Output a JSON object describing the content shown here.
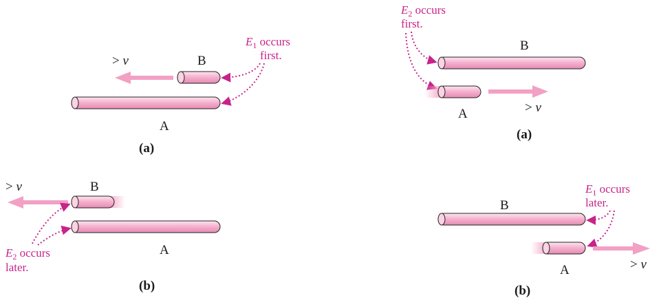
{
  "colors": {
    "rod_light": "#fde3ee",
    "rod_mid": "#f4a6c6",
    "rod_dark": "#e07aa6",
    "arrow": "#f2a0c4",
    "annotation": "#c8238a",
    "text": "#1a1a1a"
  },
  "left": {
    "a": {
      "velocity": "> v",
      "rod_b": "B",
      "rod_a": "A",
      "event_var": "E",
      "event_sub": "1",
      "event_line1": " occurs",
      "event_line2": "first.",
      "caption": "(a)"
    },
    "b": {
      "velocity": "> v",
      "rod_b": "B",
      "rod_a": "A",
      "event_var": "E",
      "event_sub": "2",
      "event_line1": " occurs",
      "event_line2": "later.",
      "caption": "(b)"
    }
  },
  "right": {
    "a": {
      "velocity": "> v",
      "rod_b": "B",
      "rod_a": "A",
      "event_var": "E",
      "event_sub": "2",
      "event_line1": " occurs",
      "event_line2": "first.",
      "caption": "(a)"
    },
    "b": {
      "velocity": "> v",
      "rod_b": "B",
      "rod_a": "A",
      "event_var": "E",
      "event_sub": "1",
      "event_line1": " occurs",
      "event_line2": "later.",
      "caption": "(b)"
    }
  }
}
